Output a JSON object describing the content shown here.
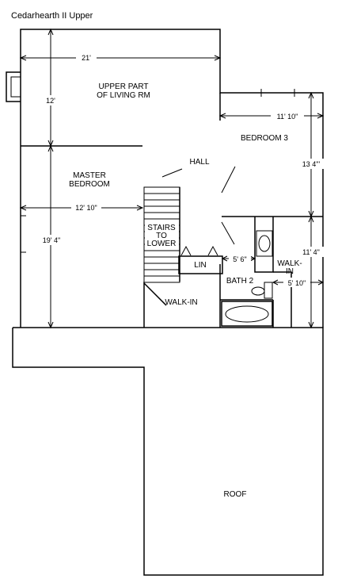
{
  "title": "Cedarhearth II Upper",
  "rooms": {
    "living_line1": "UPPER PART",
    "living_line2": "OF LIVING RM",
    "master_line1": "MASTER",
    "master_line2": "BEDROOM",
    "hall": "HALL",
    "bedroom3": "BEDROOM 3",
    "stairs_line1": "STAIRS",
    "stairs_line2": "TO",
    "stairs_line3": "LOWER",
    "linen": "LIN",
    "walkin_right_line1": "WALK-",
    "walkin_right_line2": "IN",
    "bath2": "BATH 2",
    "walkin_left": "WALK-IN",
    "roof": "ROOF"
  },
  "dimensions": {
    "width_21": "21'",
    "height_12": "12'",
    "bedroom3_width": "11' 10\"",
    "bedroom3_height": "13 4\"'",
    "master_width": "12' 10\"",
    "master_height": "19' 4\"",
    "bath_width": "5' 6\"",
    "right_height": "11' 4\"",
    "walkin_width": "5' 10\""
  }
}
